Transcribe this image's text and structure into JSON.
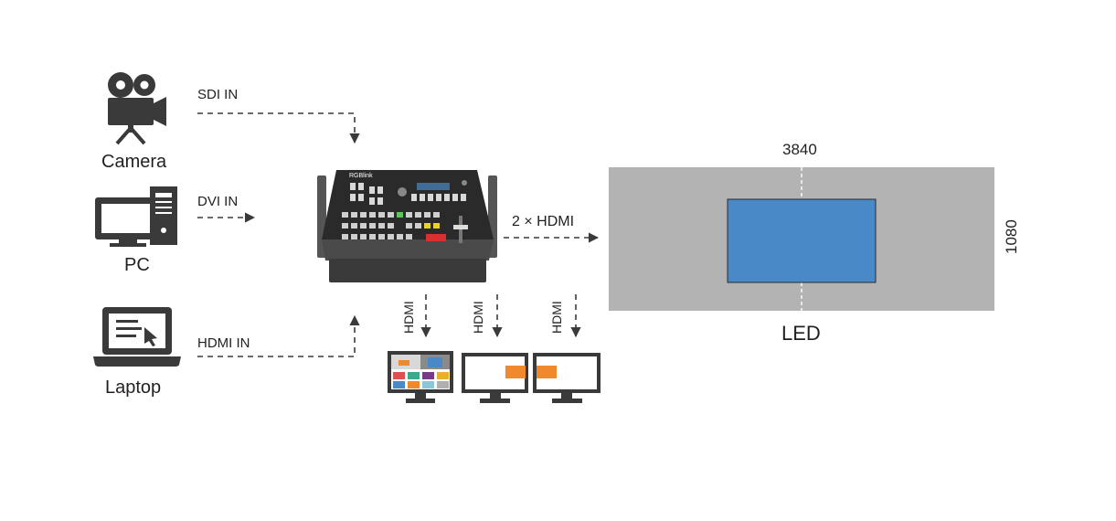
{
  "sources": {
    "camera": {
      "label": "Camera",
      "link_label": "SDI IN"
    },
    "pc": {
      "label": "PC",
      "link_label": "DVI IN"
    },
    "laptop": {
      "label": "Laptop",
      "link_label": "HDMI IN"
    }
  },
  "switcher": {
    "brand": "RGBlink"
  },
  "output": {
    "link_label": "2 × HDMI"
  },
  "monitors": [
    {
      "link_label": "HDMI"
    },
    {
      "link_label": "HDMI"
    },
    {
      "link_label": "HDMI"
    }
  ],
  "led_wall": {
    "label": "LED",
    "width_label": "3840",
    "height_label": "1080"
  },
  "colors": {
    "icon": "#3a3a3a",
    "led_background": "#b3b3b3",
    "led_window": "#4a89c8",
    "accent_orange": "#f0892d"
  }
}
